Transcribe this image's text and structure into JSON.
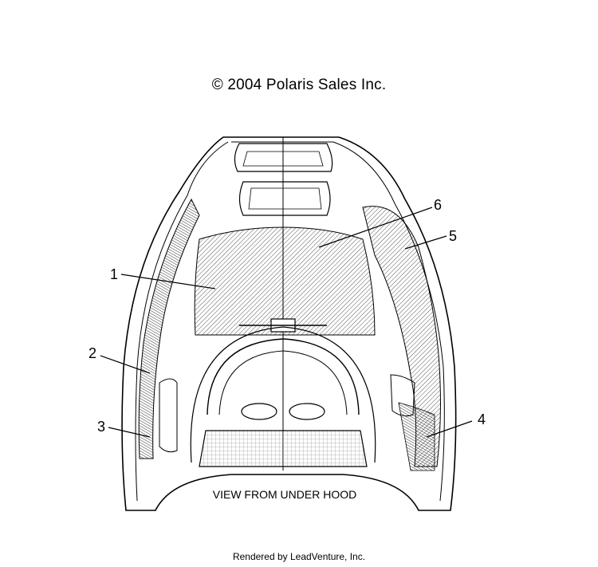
{
  "header": {
    "copyright": "© 2004 Polaris Sales Inc."
  },
  "diagram": {
    "view_label": "VIEW FROM UNDER HOOD",
    "callouts": [
      "1",
      "2",
      "3",
      "4",
      "5",
      "6"
    ]
  },
  "footer": {
    "rendered_by": "Rendered by LeadVenture, Inc."
  }
}
